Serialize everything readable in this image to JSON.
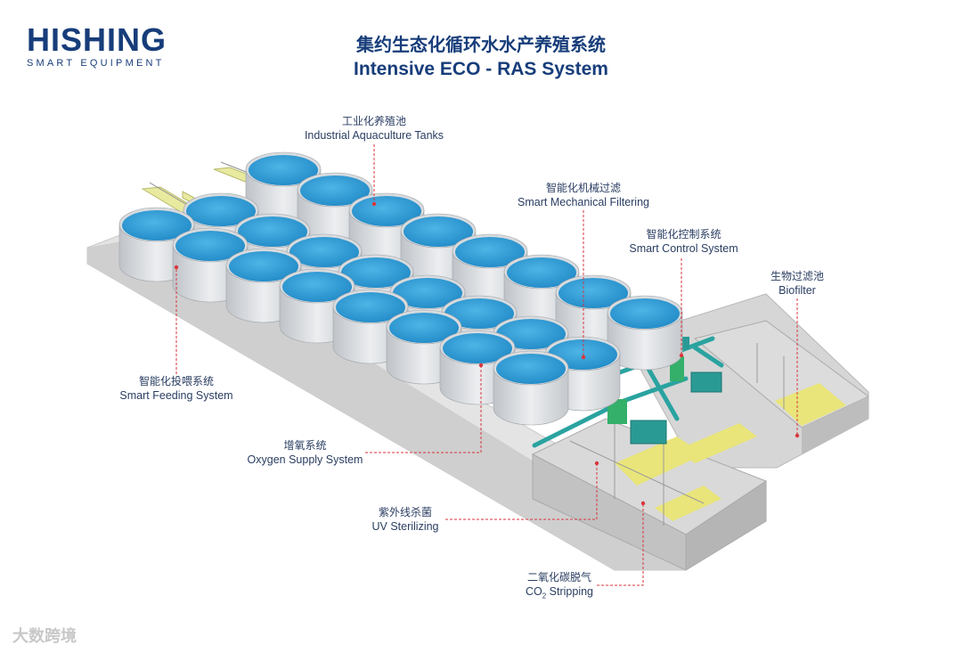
{
  "logo": {
    "name": "HISHING",
    "tagline": "SMART EQUIPMENT"
  },
  "title": {
    "zh": "集约生态化循环水水产养殖系统",
    "en": "Intensive ECO - RAS System"
  },
  "labels": {
    "tanks": {
      "zh": "工业化养殖池",
      "en": "Industrial Aquaculture Tanks"
    },
    "mech": {
      "zh": "智能化机械过滤",
      "en": "Smart Mechanical Filtering"
    },
    "control": {
      "zh": "智能化控制系统",
      "en": "Smart Control System"
    },
    "biofilter": {
      "zh": "生物过滤池",
      "en": "Biofilter"
    },
    "feeding": {
      "zh": "智能化投喂系统",
      "en": "Smart Feeding System"
    },
    "oxygen": {
      "zh": "增氧系统",
      "en": "Oxygen Supply System"
    },
    "uv": {
      "zh": "紫外线杀菌",
      "en": "UV Sterilizing"
    },
    "co2": {
      "zh": "二氧化碳脱气",
      "en_prefix": "CO",
      "en_sub": "2",
      "en_suffix": " Stripping"
    }
  },
  "watermark": "大数跨境",
  "colors": {
    "brand": "#173d7a",
    "water": "#2e9ed6",
    "pipe": "#2aa3a0",
    "leader": "#d9363e",
    "slab": "#dcdcdc"
  }
}
